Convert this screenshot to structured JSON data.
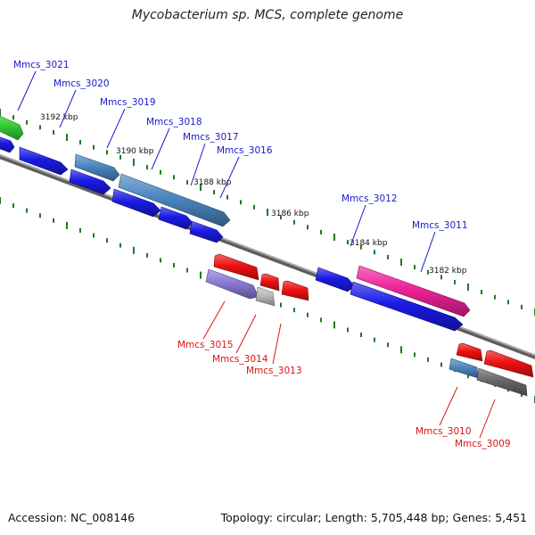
{
  "title": "Mycobacterium sp. MCS, complete genome",
  "footer": {
    "accession": "Accession: NC_008146",
    "topology": "Topology: circular; Length: 5,705,448 bp; Genes: 5,451"
  },
  "colors": {
    "plus_label": "#1a1acc",
    "minus_label": "#dd1111",
    "backbone": "#7a7a7a",
    "tick": "#1f7a1f"
  },
  "position_labels": [
    "3192 kbp",
    "3190 kbp",
    "3188 kbp",
    "3186 kbp",
    "3184 kbp",
    "3182 kbp"
  ],
  "gene_labels": [
    {
      "text": "Mmcs_3021",
      "strand": "plus"
    },
    {
      "text": "Mmcs_3020",
      "strand": "plus"
    },
    {
      "text": "Mmcs_3019",
      "strand": "plus"
    },
    {
      "text": "Mmcs_3018",
      "strand": "plus"
    },
    {
      "text": "Mmcs_3017",
      "strand": "plus"
    },
    {
      "text": "Mmcs_3016",
      "strand": "plus"
    },
    {
      "text": "Mmcs_3012",
      "strand": "plus"
    },
    {
      "text": "Mmcs_3011",
      "strand": "plus"
    },
    {
      "text": "Mmcs_3015",
      "strand": "minus"
    },
    {
      "text": "Mmcs_3014",
      "strand": "minus"
    },
    {
      "text": "Mmcs_3013",
      "strand": "minus"
    },
    {
      "text": "Mmcs_3010",
      "strand": "minus"
    },
    {
      "text": "Mmcs_3009",
      "strand": "minus"
    }
  ],
  "features": [
    {
      "name": "feature-3021-partial",
      "color": "#33cc33",
      "strand": "plus"
    },
    {
      "name": "feature-left-edge",
      "color": "#1a1ae6",
      "strand": "plus"
    },
    {
      "name": "feature-3020",
      "color": "#1a1ae6",
      "strand": "plus"
    },
    {
      "name": "feature-3019-upper",
      "color": "#4a86c0",
      "strand": "plus"
    },
    {
      "name": "feature-3019-lower",
      "color": "#1a1ae6",
      "strand": "plus"
    },
    {
      "name": "feature-3018-3017",
      "color": "#4a86c0",
      "strand": "plus"
    },
    {
      "name": "feature-3018-lower",
      "color": "#1a1ae6",
      "strand": "plus"
    },
    {
      "name": "feature-3017-lower",
      "color": "#1a1ae6",
      "strand": "plus"
    },
    {
      "name": "feature-3016-lower",
      "color": "#1a1ae6",
      "strand": "plus"
    },
    {
      "name": "feature-3012",
      "color": "#1a1ae6",
      "strand": "plus"
    },
    {
      "name": "feature-3011",
      "color": "#ee2299",
      "strand": "plus"
    },
    {
      "name": "feature-3011-lower",
      "color": "#1a1ae6",
      "strand": "plus"
    },
    {
      "name": "feature-3015",
      "color": "#8a7ad8",
      "strand": "minus"
    },
    {
      "name": "feature-3015-upper",
      "color": "#ee1111",
      "strand": "minus"
    },
    {
      "name": "feature-3014",
      "color": "#bbbbbb",
      "strand": "minus"
    },
    {
      "name": "feature-3014-upper",
      "color": "#ee1111",
      "strand": "minus"
    },
    {
      "name": "feature-3013",
      "color": "#ee1111",
      "strand": "minus"
    },
    {
      "name": "feature-3010",
      "color": "#4a86c0",
      "strand": "minus"
    },
    {
      "name": "feature-3010-upper",
      "color": "#ee1111",
      "strand": "minus"
    },
    {
      "name": "feature-3009",
      "color": "#666666",
      "strand": "minus"
    },
    {
      "name": "feature-3009-upper",
      "color": "#ee1111",
      "strand": "minus"
    }
  ]
}
